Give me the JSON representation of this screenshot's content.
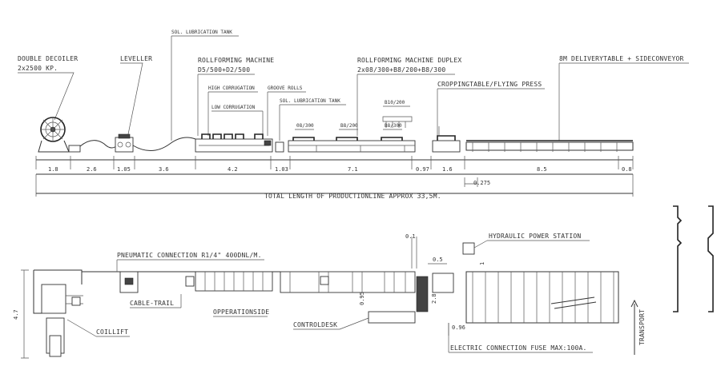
{
  "labels": {
    "double_decoiler": "DOUBLE DECOILER",
    "decoiler_spec": "2x2500 KP.",
    "leveller": "LEVELLER",
    "sol_lub_tank_top": "SOL. LUBRICATION TANK",
    "rollforming_machine": "ROLLFORMING MACHINE",
    "rollforming_spec": "D5/500+D2/500",
    "high_corrugation": "HIGH CORRUGATION",
    "groove_rolls": "GROOVE ROLLS",
    "low_corrugation": "LOW CORRUGATION",
    "sol_lub_tank_mid": "SOL. LUBRICATION TANK",
    "rollforming_duplex": "ROLLFORMING MACHINE DUPLEX",
    "duplex_spec": "2x08/300+B8/200+B8/300",
    "station_b10": "B10/200",
    "station_08_300": "08/300",
    "station_b8_200": "B8/200",
    "station_b8_300": "B8/300",
    "cropping_table": "CROPPINGTABLE/FLYING PRESS",
    "delivery_table": "8M DELIVERYTABLE + SIDECONVEYOR",
    "total_length": "TOTAL LENGTH OF PRODUCTIONLINE APPROX 33,5M.",
    "pneumatic": "PNEUMATIC CONNECTION R1/4\" 400DNL/M.",
    "hydraulic": "HYDRAULIC POWER STATION",
    "cable_trail": "CABLE-TRAIL",
    "operationside": "OPPERATIONSIDE",
    "controldesk": "CONTROLDESK",
    "coillift": "COILLIFT",
    "electric": "ELECTRIC CONNECTION FUSE MAX:100A.",
    "transport": "TRANSPORT"
  },
  "dimensions": {
    "d1": "1.8",
    "d2": "2.6",
    "d3": "1.05",
    "d4": "3.6",
    "d5": "4.2",
    "d6": "1.03",
    "d7": "7.1",
    "d8": "0.97",
    "d9": "1.6",
    "d10": "8.5",
    "d11": "0.8",
    "d_sub": "0.275",
    "plan_width": "4.7",
    "plan_01": "0.1",
    "plan_05": "0.5",
    "plan_095": "0.95",
    "plan_28": "2.8",
    "plan_096": "0.96",
    "plan_1": "1"
  }
}
